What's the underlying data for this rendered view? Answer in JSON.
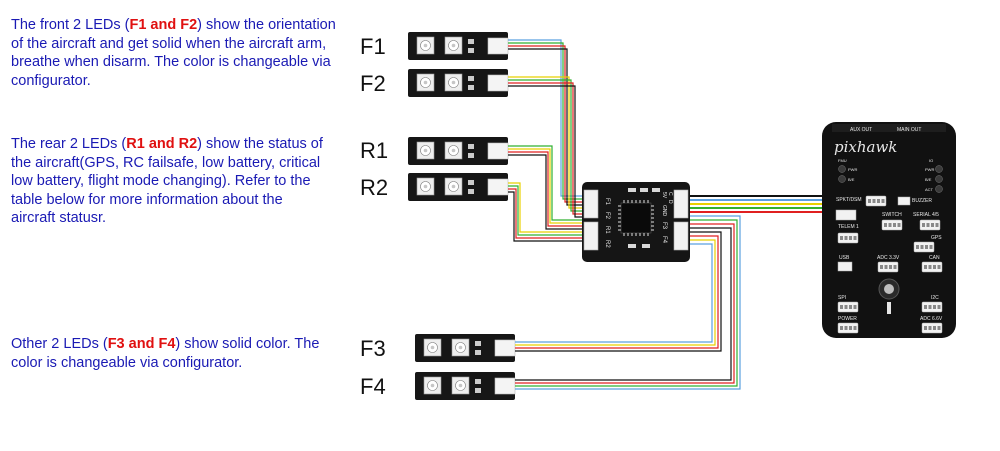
{
  "descriptions": {
    "front": {
      "pre": "The front 2 LEDs (",
      "highlight": "F1 and F2",
      "post": ") show the orientation of the aircraft and get solid when the aircraft arm, breathe when disarm. The color is changeable via configurator."
    },
    "rear": {
      "pre": "The rear 2 LEDs (",
      "highlight": "R1 and R2",
      "post": ") show the status of the aircraft(GPS, RC failsafe, low battery, critical low battery, flight mode changing). Refer to the table below for more information about the aircraft statusr."
    },
    "other": {
      "pre": "Other 2 LEDs (",
      "highlight": "F3 and F4",
      "post": ") show solid color. The color is changeable via configurator."
    }
  },
  "led_labels": {
    "f1": "F1",
    "f2": "F2",
    "r1": "R1",
    "r2": "R2",
    "f3": "F3",
    "f4": "F4"
  },
  "controller_board": {
    "pins": [
      "F1",
      "F2",
      "R1",
      "R2",
      "F3",
      "F4"
    ],
    "right_pins": [
      "5V",
      "C",
      "D",
      "GND"
    ]
  },
  "pixhawk": {
    "logo": "pixhawk",
    "top_labels": [
      "AUX OUT",
      "MAIN OUT"
    ],
    "ports": {
      "spkt": "SPKT/DSM",
      "buzzer": "BUZZER",
      "switch": "SWITCH",
      "serial": "SERIAL 4/5",
      "telem": "TELEM 1",
      "gps": "GPS",
      "usb": "USB",
      "adc33": "ADC 3.3V",
      "can": "CAN",
      "spi": "SPI",
      "i2c": "I2C",
      "power": "POWER",
      "adc66": "ADC 6.6V"
    },
    "leds_left": [
      "FMU",
      "PWR",
      "B/E"
    ],
    "leds_right": [
      "IO",
      "PWR",
      "B/E",
      "ACT"
    ]
  },
  "colors": {
    "text": "#1a1ab4",
    "highlight": "#e01010",
    "wire_black": "#111111",
    "wire_red": "#e02020",
    "wire_green": "#30b030",
    "wire_yellow": "#e8d000",
    "wire_blue": "#5aa0e0",
    "pcb": "#151515"
  }
}
